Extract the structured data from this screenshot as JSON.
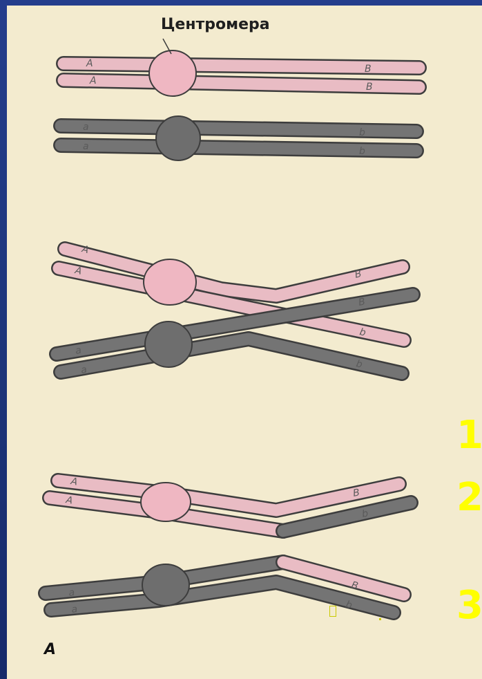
{
  "diagram": {
    "centromere_label": "Центромера",
    "panel_letter": "А"
  },
  "chromosome_labels": {
    "maternal_left": "A",
    "maternal_right": "B",
    "paternal_left": "a",
    "paternal_right": "b"
  },
  "stage_numbers": [
    "1",
    "2",
    "3"
  ],
  "colors": {
    "background": "#1c3479",
    "panel": "#f3ebcf",
    "maternal_chromatid": "#e9bcc4",
    "maternal_centromere": "#efb7c2",
    "paternal_chromatid": "#747474",
    "paternal_centromere": "#6e6e6e",
    "outline": "#3d3d3d",
    "stage_numbers": "#ffff00"
  }
}
